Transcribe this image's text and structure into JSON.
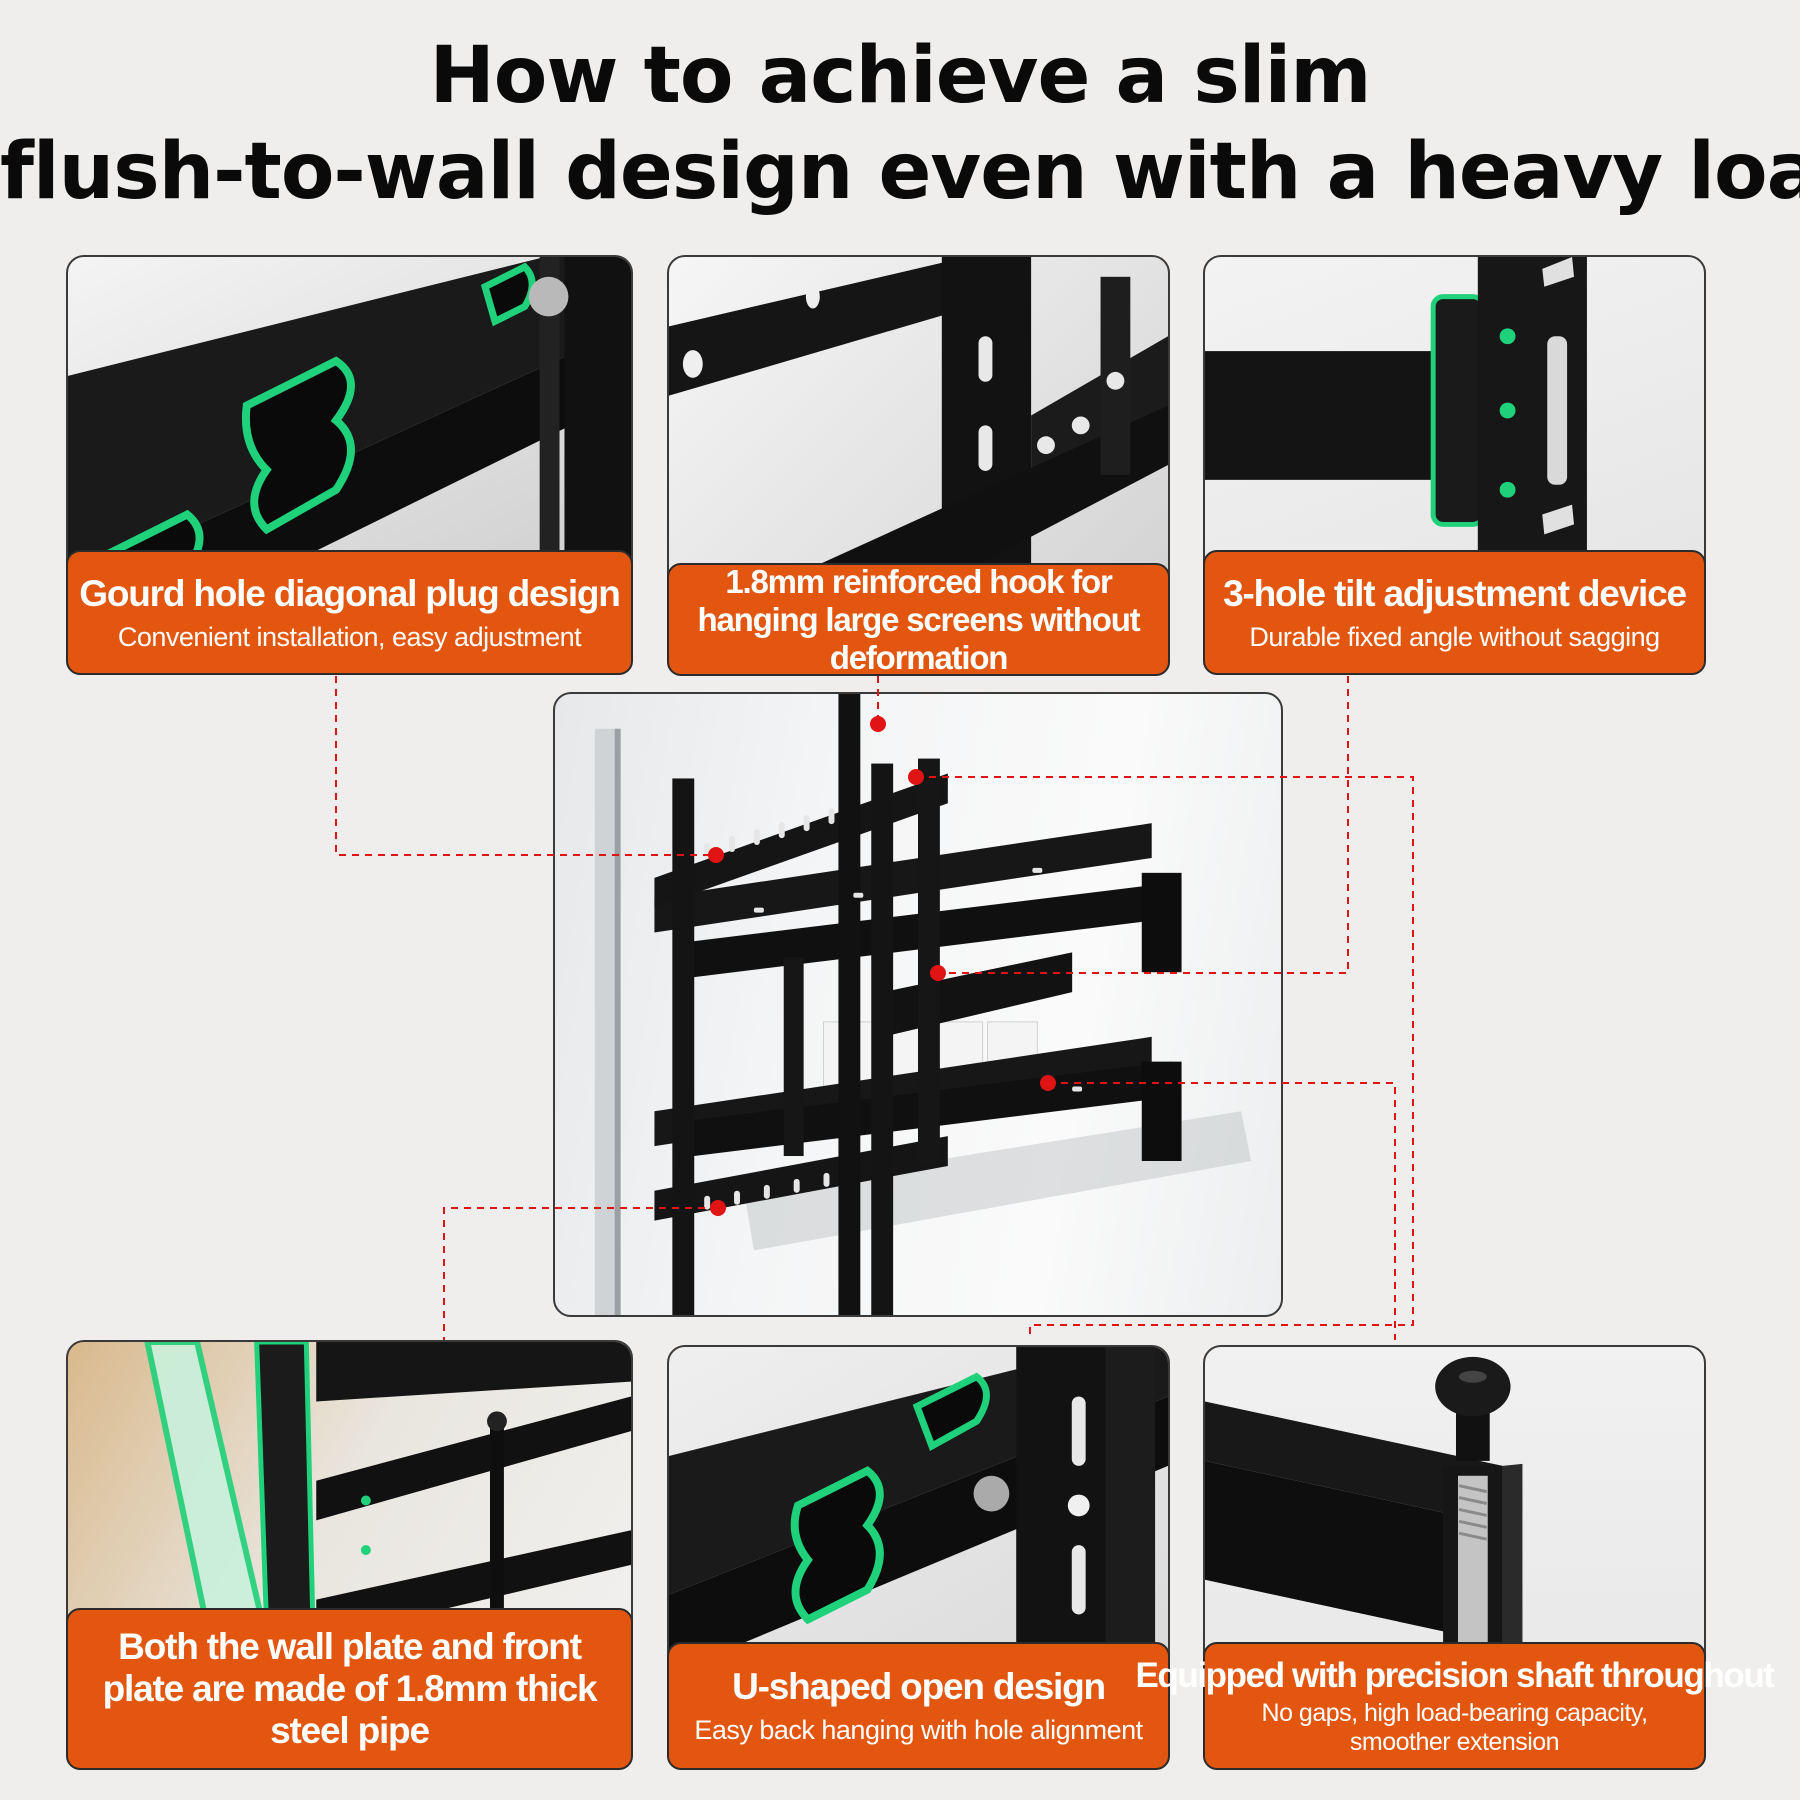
{
  "header": {
    "title_line1": "How to achieve a slim",
    "title_line2": "flush-to-wall design even with a heavy load"
  },
  "features": [
    {
      "title": "Gourd hole diagonal plug design",
      "subtitle": "Convenient installation, easy adjustment"
    },
    {
      "title": "1.8mm reinforced hook for hanging large screens without deformation",
      "subtitle": ""
    },
    {
      "title": "3-hole tilt adjustment device",
      "subtitle": "Durable fixed angle without sagging"
    },
    {
      "title": "Both the wall plate and front plate are made of 1.8mm thick steel pipe",
      "subtitle": ""
    },
    {
      "title": "U-shaped open design",
      "subtitle": "Easy back hanging with hole alignment"
    },
    {
      "title": "Equipped with precision shaft throughout",
      "subtitle": "No gaps, high load-bearing capacity, smoother extension"
    }
  ],
  "colors": {
    "background": "#efeeec",
    "label_orange": "#e2560f",
    "accent_green": "#1fd17a",
    "leader_red": "#e01414",
    "steel_black": "#141414"
  }
}
